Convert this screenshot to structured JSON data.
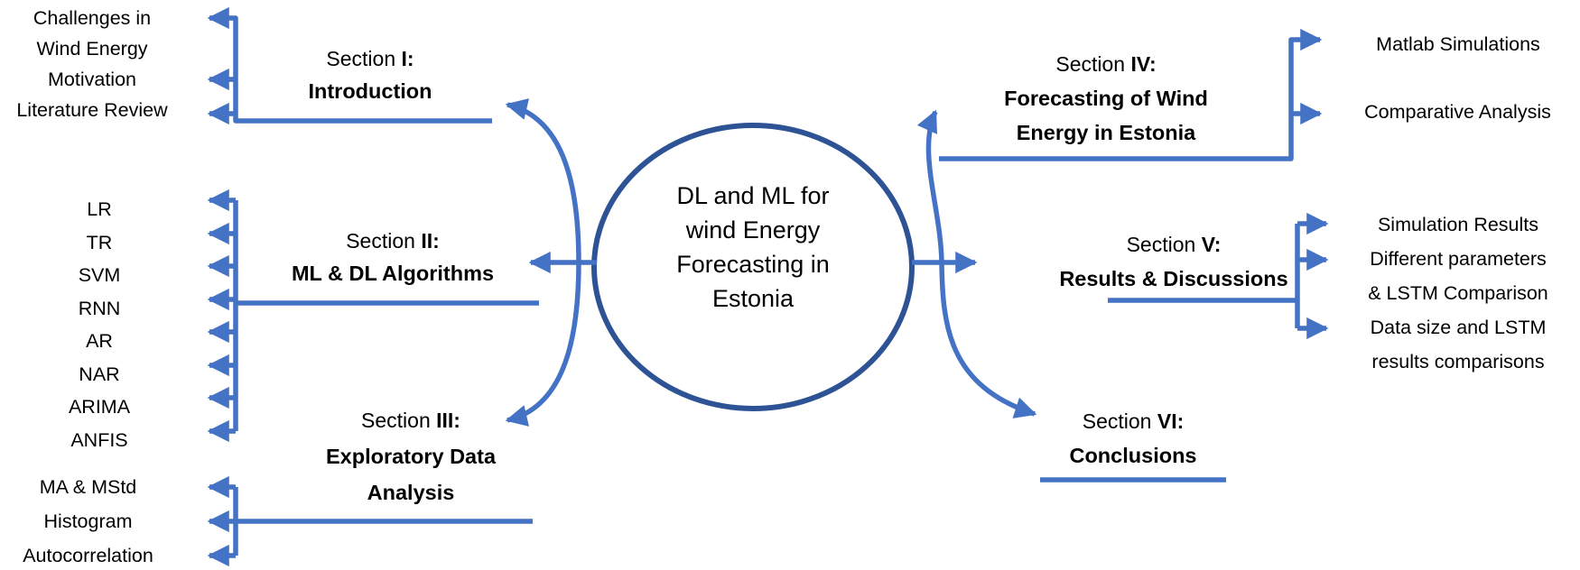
{
  "colors": {
    "connector": "#4472C4",
    "circle_stroke": "#2E5395",
    "text": "#000000",
    "background": "#FFFFFF"
  },
  "center_circle": {
    "lines": [
      "DL and ML for",
      "wind Energy",
      "Forecasting in",
      "Estonia"
    ]
  },
  "sections": {
    "s1": {
      "label_prefix": "Section",
      "numeral": "I:",
      "title_lines": [
        "Introduction"
      ],
      "items": [
        "Challenges in",
        "Wind Energy",
        "Motivation",
        "Literature Review"
      ]
    },
    "s2": {
      "label_prefix": "Section",
      "numeral": "II:",
      "title_lines": [
        "ML & DL Algorithms"
      ],
      "items": [
        "LR",
        "TR",
        "SVM",
        "RNN",
        "AR",
        "NAR",
        "ARIMA",
        "ANFIS"
      ]
    },
    "s3": {
      "label_prefix": "Section",
      "numeral": "III:",
      "title_lines": [
        "Exploratory Data",
        "Analysis"
      ],
      "items": [
        "MA & MStd",
        "Histogram",
        "Autocorrelation"
      ]
    },
    "s4": {
      "label_prefix": "Section",
      "numeral": "IV:",
      "title_lines": [
        "Forecasting of Wind",
        "Energy in Estonia"
      ],
      "items": [
        "Matlab Simulations",
        "Comparative Analysis"
      ]
    },
    "s5": {
      "label_prefix": "Section",
      "numeral": "V:",
      "title_lines": [
        "Results & Discussions"
      ],
      "items": [
        "Simulation Results",
        "Different parameters",
        "& LSTM Comparison",
        "Data size and LSTM",
        "results comparisons"
      ]
    },
    "s6": {
      "label_prefix": "Section",
      "numeral": "VI:",
      "title_lines": [
        "Conclusions"
      ],
      "items": []
    }
  }
}
